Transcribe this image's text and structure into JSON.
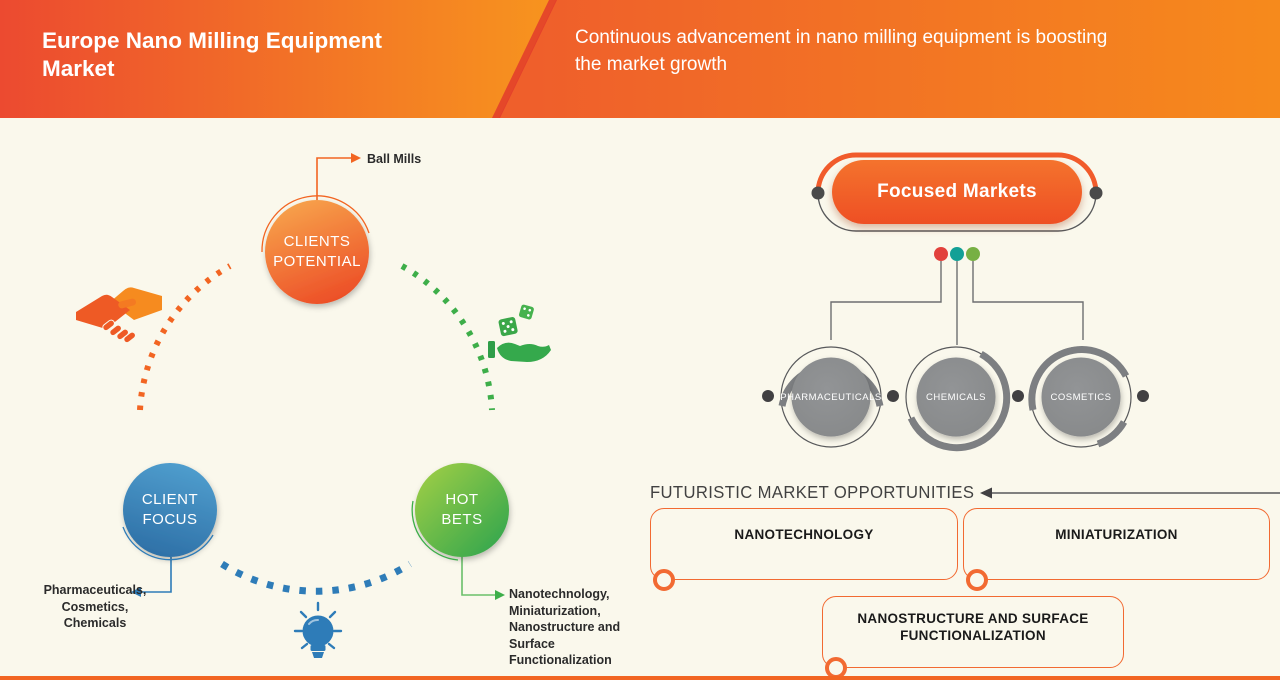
{
  "header": {
    "title": "Europe Nano Milling Equipment\nMarket",
    "subtitle": "Continuous advancement in nano milling equipment is boosting\nthe market growth"
  },
  "cycle": {
    "nodes": [
      {
        "id": "clients-potential",
        "label": "CLIENTS\nPOTENTIAL",
        "color": "#f26522",
        "callout": "Ball Mills"
      },
      {
        "id": "client-focus",
        "label": "CLIENT\nFOCUS",
        "color": "#2e7cb8",
        "callout": "Pharmaceuticals,\nCosmetics,\nChemicals"
      },
      {
        "id": "hot-bets",
        "label": "HOT\nBETS",
        "color": "#3dae49",
        "callout": "Nanotechnology,\nMiniaturization,\nNanostructure and Surface\nFunctionalization"
      }
    ],
    "icons": [
      "handshake-icon",
      "dice-in-hand-icon",
      "lightbulb-icon"
    ]
  },
  "focused_markets": {
    "title": "Focused Markets",
    "accent_color": "#f15b2b",
    "bullet_colors": [
      "#e2413c",
      "#13a096",
      "#77b044"
    ],
    "markets": [
      {
        "label": "PHARMACEUTICALS"
      },
      {
        "label": "CHEMICALS"
      },
      {
        "label": "COSMETICS"
      }
    ]
  },
  "opportunities": {
    "heading": "FUTURISTIC MARKET OPPORTUNITIES",
    "items": [
      {
        "label": "NANOTECHNOLOGY"
      },
      {
        "label": "MINIATURIZATION"
      },
      {
        "label": "NANOSTRUCTURE AND SURFACE\nFUNCTIONALIZATION"
      }
    ]
  }
}
